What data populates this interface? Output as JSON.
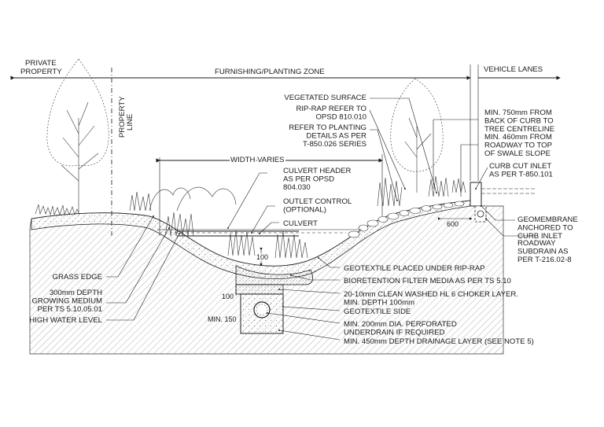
{
  "zones": {
    "private_property": "PRIVATE\nPROPERTY",
    "furnishing": "FURNISHING/PLANTING ZONE",
    "vehicle_lanes": "VEHICLE LANES",
    "property_line": "PROPERTY\nLINE",
    "width_varies": "WIDTH VARIES"
  },
  "callouts_right": [
    "VEGETATED SURFACE",
    "RIP-RAP REFER TO\nOPSD 810.010",
    "REFER TO PLANTING\nDETAILS AS PER\nT-850.026 SERIES",
    "CULVERT HEADER\nAS PER OPSD\n804.030",
    "OUTLET CONTROL\n(OPTIONAL)",
    "CULVERT"
  ],
  "callouts_far_right": [
    "MIN. 750mm FROM\nBACK OF CURB TO\nTREE CENTRELINE",
    "MIN. 460mm FROM\nROADWAY TO TOP\nOF SWALE SLOPE",
    "CURB CUT INLET\nAS PER T-850.101",
    "GEOMEMBRANE\nANCHORED TO\nCURB INLET",
    "ROADWAY\nSUBDRAIN AS\nPER T-216.02-8"
  ],
  "callouts_bottom": [
    "GEOTEXTILE PLACED UNDER RIP-RAP",
    "BIORETENTION FILTER MEDIA AS PER TS 5.10",
    "20-10mm CLEAN WASHED HL 6 CHOKER LAYER.\nMIN. DEPTH 100mm",
    "GEOTEXTILE SIDE",
    "MIN. 200mm DIA. PERFORATED\nUNDERDRAIN IF REQUIRED",
    "MIN. 450mm DEPTH DRAINAGE LAYER (SEE NOTE 5)"
  ],
  "callouts_left": [
    "GRASS EDGE",
    "300mm DEPTH\nGROWING MEDIUM\nPER TS 5.10.05.01",
    "HIGH WATER LEVEL"
  ],
  "dims": {
    "d600": "600",
    "d100_top": "100",
    "d100_side": "100",
    "min150": "MIN. 150"
  }
}
